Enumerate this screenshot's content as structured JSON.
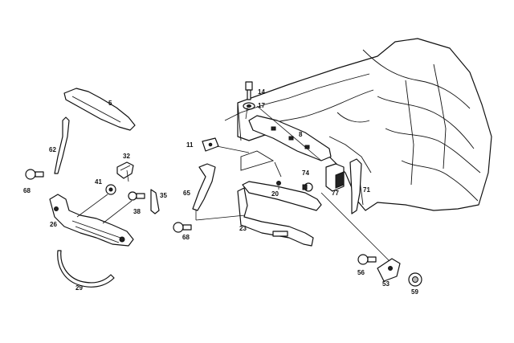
{
  "diagram": {
    "part_labels": {
      "p5": "5",
      "p8": "8",
      "p11": "11",
      "p14": "14",
      "p17": "17",
      "p20": "20",
      "p23": "23",
      "p26": "26",
      "p29": "29",
      "p32": "32",
      "p35": "35",
      "p38": "38",
      "p41": "41",
      "p53": "53",
      "p56": "56",
      "p59": "59",
      "p62": "62",
      "p65": "65",
      "p68a": "68",
      "p68b": "68",
      "p71": "71",
      "p74": "74",
      "p77": "77"
    }
  }
}
